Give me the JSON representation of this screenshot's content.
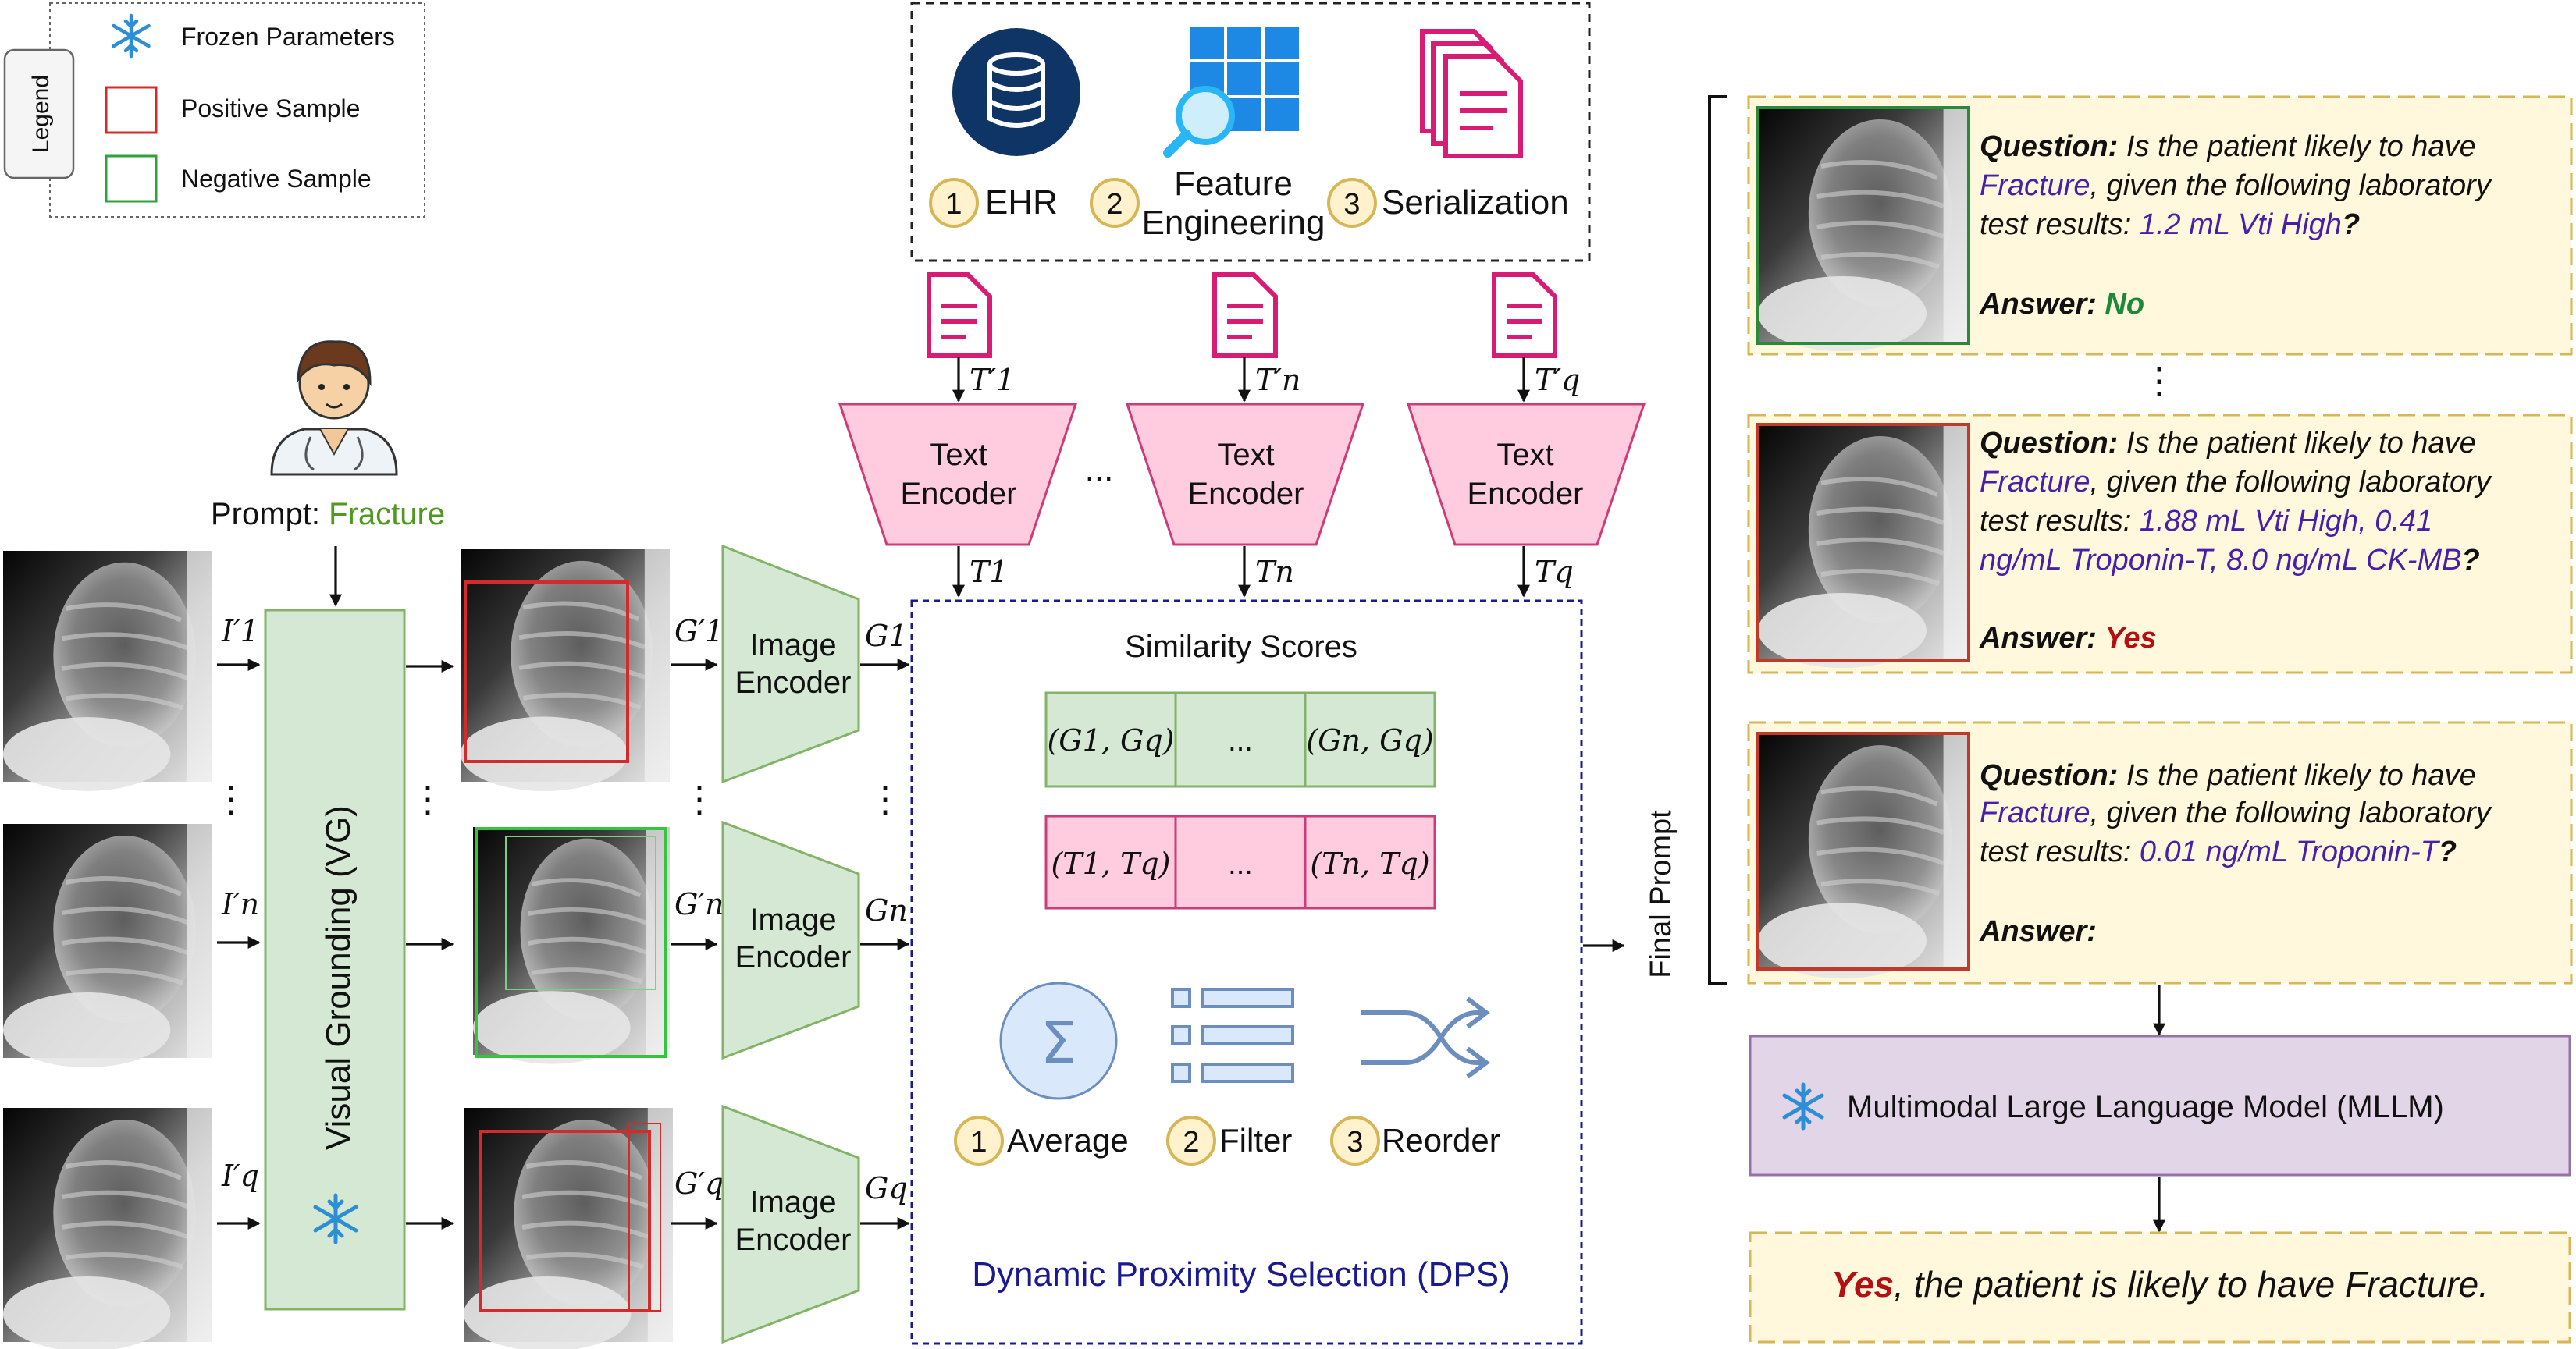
{
  "legend": {
    "tab_label": "Legend",
    "items": [
      {
        "icon": "snowflake-icon",
        "label": "Frozen Parameters"
      },
      {
        "icon": "red-square",
        "label": "Positive Sample",
        "color": "#d42a2a"
      },
      {
        "icon": "green-square",
        "label": "Negative Sample",
        "color": "#2fa33a"
      }
    ]
  },
  "prompt": {
    "prefix": "Prompt: ",
    "value": "Fracture"
  },
  "vg": {
    "label": "Visual Grounding (VG)"
  },
  "image_inputs": [
    "I′1",
    "I′n",
    "I′q"
  ],
  "grounded_labels": [
    "G′1",
    "G′n",
    "G′q"
  ],
  "encoded_labels": [
    "G1",
    "Gn",
    "Gq"
  ],
  "image_encoder": {
    "line1": "Image",
    "line2": "Encoder"
  },
  "text_encoder": {
    "line1": "Text",
    "line2": "Encoder"
  },
  "text_inputs": [
    "T′1",
    "T′n",
    "T′q"
  ],
  "text_outputs": [
    "T1",
    "Tn",
    "Tq"
  ],
  "ehr_steps": [
    {
      "num": "1",
      "label": "EHR",
      "icon": "database-icon"
    },
    {
      "num": "2",
      "label_line1": "Feature",
      "label_line2": "Engineering",
      "icon": "grid-search-icon"
    },
    {
      "num": "3",
      "label": "Serialization",
      "icon": "documents-icon"
    }
  ],
  "dps": {
    "similarity_title": "Similarity Scores",
    "row1": [
      "(G1, Gq)",
      "...",
      "(Gn, Gq)"
    ],
    "row2": [
      "(T1, Tq)",
      "...",
      "(Tn, Tq)"
    ],
    "steps": [
      {
        "num": "1",
        "label": "Average",
        "icon": "sigma-icon"
      },
      {
        "num": "2",
        "label": "Filter",
        "icon": "list-icon"
      },
      {
        "num": "3",
        "label": "Reorder",
        "icon": "shuffle-icon"
      }
    ],
    "title": "Dynamic Proximity Selection (DPS)"
  },
  "ellipsis_h": "...",
  "ellipsis_v": "⋮",
  "final_prompt_label": "Final Prompt",
  "qa_cards": [
    {
      "question_label": "Question:",
      "q_text1": " Is the patient likely to have",
      "q_disease": "Fracture",
      "q_text2": ", given the following laboratory",
      "q_text3": "test results: ",
      "lab_line1": "1.2 mL Vti High",
      "lab_line2": "",
      "end": "?",
      "answer_label": "Answer:",
      "answer": "No",
      "border": "green"
    },
    {
      "question_label": "Question:",
      "q_text1": " Is the patient likely to have",
      "q_disease": "Fracture",
      "q_text2": ", given the following laboratory",
      "q_text3": "test results: ",
      "lab_line1": "1.88 mL Vti High, 0.41",
      "lab_line2": "ng/mL Troponin-T, 8.0 ng/mL CK-MB",
      "end": "?",
      "answer_label": "Answer:",
      "answer": "Yes",
      "border": "red"
    },
    {
      "question_label": "Question:",
      "q_text1": " Is the patient likely to have",
      "q_disease": "Fracture",
      "q_text2": ", given the following laboratory",
      "q_text3": "test results: ",
      "lab_line1": "0.01 ng/mL Troponin-T",
      "lab_line2": "",
      "end": "?",
      "answer_label": "Answer:",
      "answer": "",
      "border": "red"
    }
  ],
  "mllm": {
    "label": "Multimodal Large Language Model (MLLM)"
  },
  "output": {
    "answer": "Yes",
    "rest": ", the patient is likely to have Fracture."
  },
  "colors": {
    "vg_fill": "#d5e8d4",
    "vg_stroke": "#82b366",
    "text_enc_fill": "#ffccdf",
    "text_enc_stroke": "#cc3c7a",
    "dps_border": "#1a1a8f",
    "card_fill": "#fff8dc",
    "card_border": "#d6b656",
    "mllm_fill": "#e1d5e7",
    "mllm_stroke": "#9673a6",
    "num_circle_fill": "#fff2cc",
    "num_circle_stroke": "#d6b656"
  }
}
